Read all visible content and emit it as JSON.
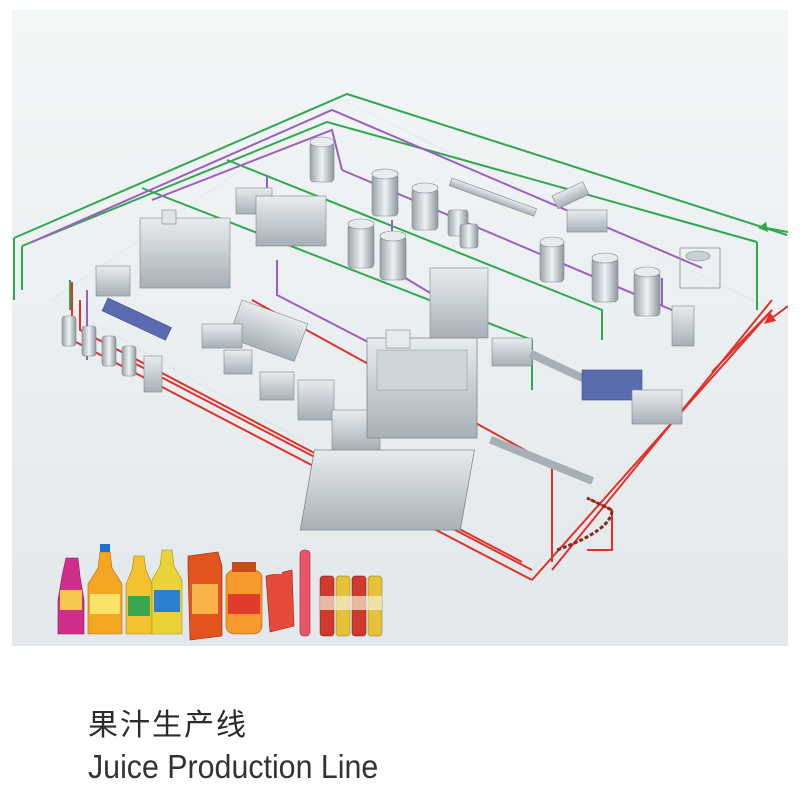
{
  "caption": {
    "title_cn": "果汁生产线",
    "title_en": "Juice Production Line"
  },
  "colors": {
    "background": "#ffffff",
    "canvas": "#e9eef0",
    "pipe_green": "#2fa84f",
    "pipe_red": "#e0312b",
    "pipe_purple": "#9b5fc0",
    "machine": "#c9d0d6",
    "conveyor": "#5a6bb0",
    "text": "#333333"
  },
  "flow_arrows": [
    {
      "name": "inlet",
      "direction": "left",
      "color": "green"
    },
    {
      "name": "outlet",
      "direction": "left",
      "color": "red"
    }
  ],
  "products": [
    "spray-bottle",
    "bottle",
    "bottle",
    "bottle",
    "carton",
    "jar",
    "pouch",
    "tube",
    "cans"
  ]
}
